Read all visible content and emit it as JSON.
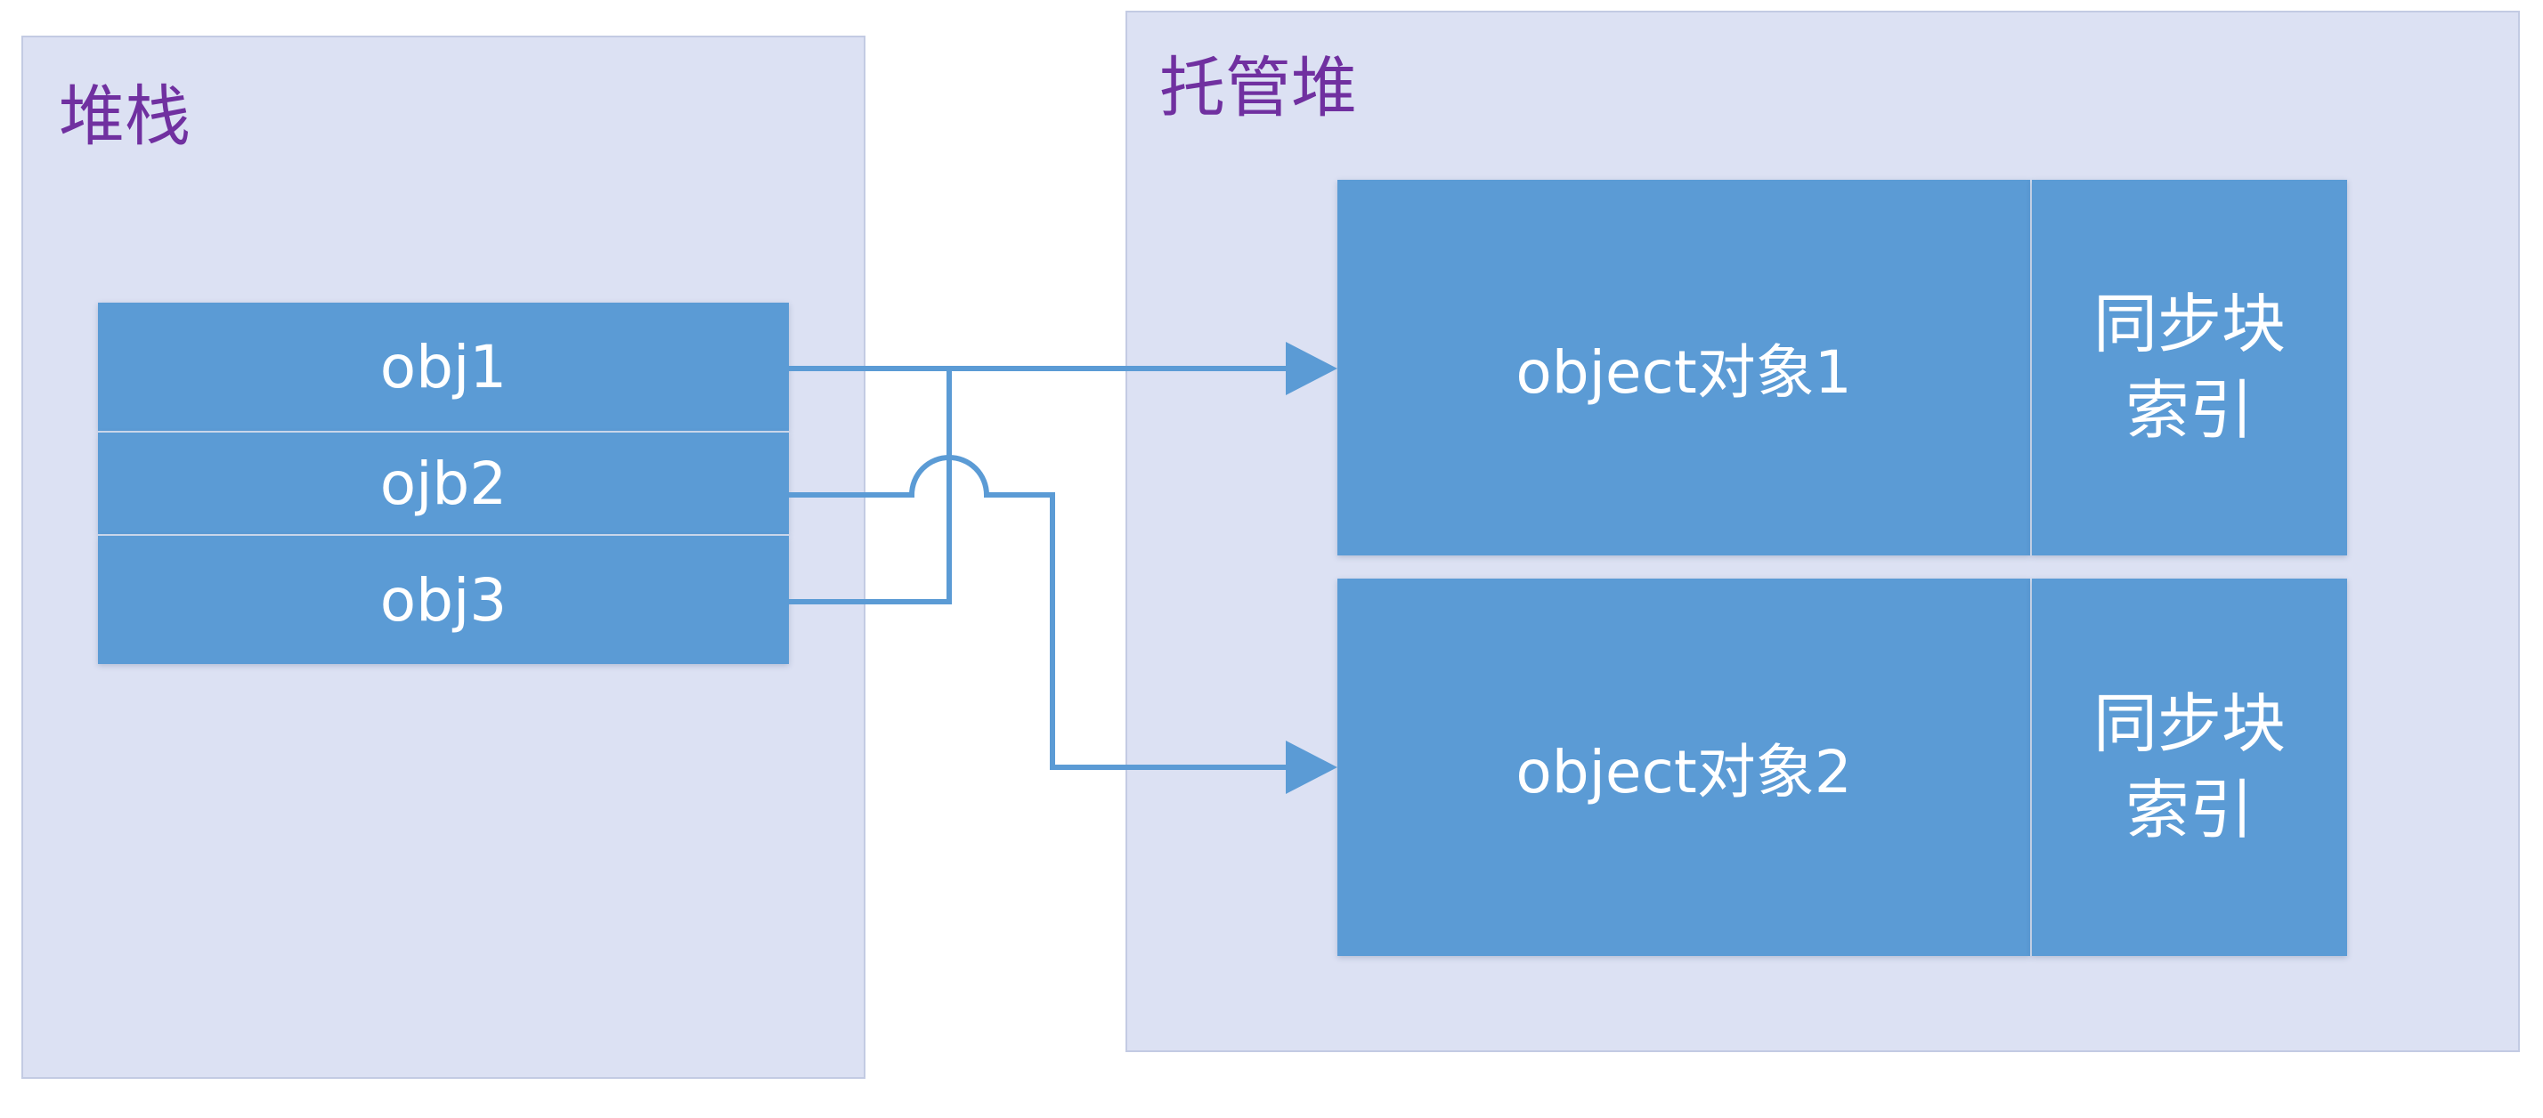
{
  "stack": {
    "title": "堆栈",
    "items": [
      "obj1",
      "ojb2",
      "obj3"
    ]
  },
  "heap": {
    "title": "托管堆",
    "objects": [
      {
        "label": "object对象1",
        "sync_line1": "同步块",
        "sync_line2": "索引"
      },
      {
        "label": "object对象2",
        "sync_line1": "同步块",
        "sync_line2": "索引"
      }
    ]
  },
  "references": [
    {
      "from": "obj1",
      "to": "object对象1"
    },
    {
      "from": "obj3",
      "to": "object对象1"
    },
    {
      "from": "ojb2",
      "to": "object对象2"
    }
  ],
  "colors": {
    "panel_fill": "#dce1f3",
    "box_fill": "#5b9bd5",
    "title_text": "#7030a0",
    "connector": "#5b9bd5"
  }
}
